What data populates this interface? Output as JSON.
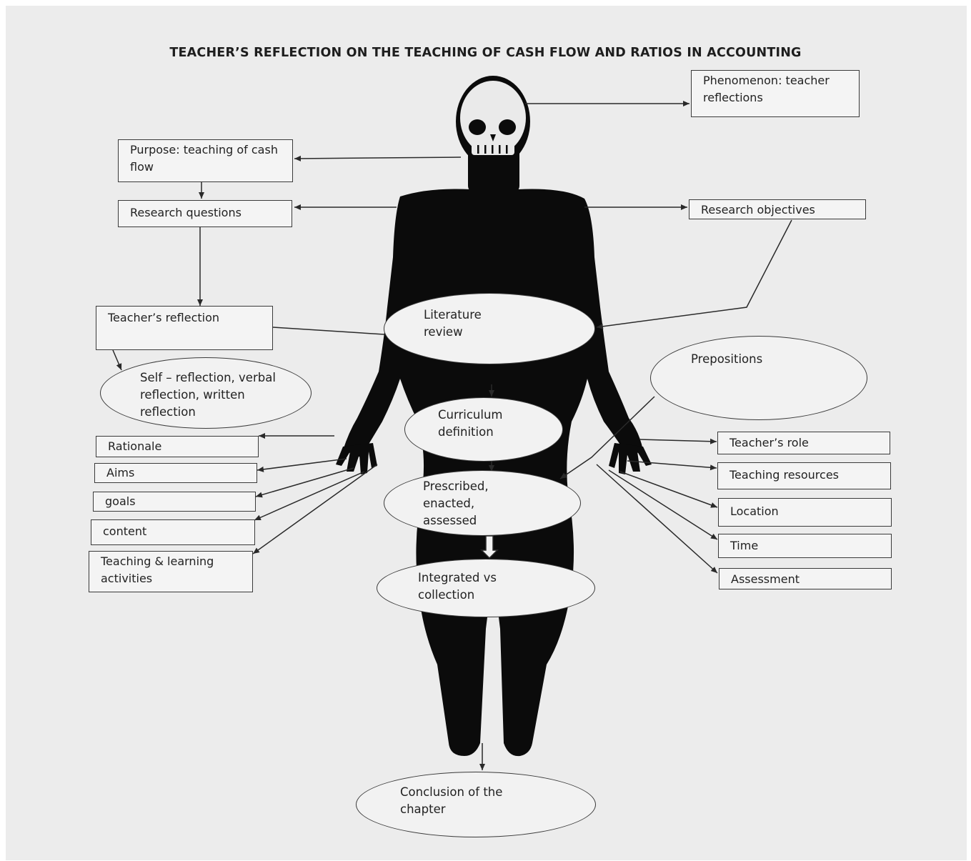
{
  "title": "TEACHER’S REFLECTION ON THE TEACHING OF CASH FLOW AND RATIOS IN ACCOUNTING",
  "boxes": {
    "phenomenon": "Phenomenon: teacher reflections",
    "purpose": "Purpose: teaching of cash flow",
    "research_questions": "Research questions",
    "research_objectives": "Research objectives",
    "teachers_reflection": "Teacher’s reflection",
    "rationale": "Rationale",
    "aims": "Aims",
    "goals": "goals",
    "content": "content",
    "teaching_learning": "Teaching & learning activities",
    "teachers_role": "Teacher’s role",
    "teaching_resources": "Teaching resources",
    "location": "Location",
    "time": "Time",
    "assessment": "Assessment"
  },
  "ovals": {
    "literature_review": "Literature review",
    "self_reflection": "Self – reflection, verbal reflection, written reflection",
    "prepositions": "Prepositions",
    "curriculum_definition": "Curriculum definition",
    "prescribed": "Prescribed, enacted, assessed",
    "integrated": "Integrated vs collection",
    "conclusion": "Conclusion of the chapter"
  },
  "colors": {
    "silhouette": "#0b0b0b",
    "paper": "#ececec",
    "line": "#2a2a2a"
  },
  "icons": {
    "figure": "human-silhouette-with-skull"
  }
}
